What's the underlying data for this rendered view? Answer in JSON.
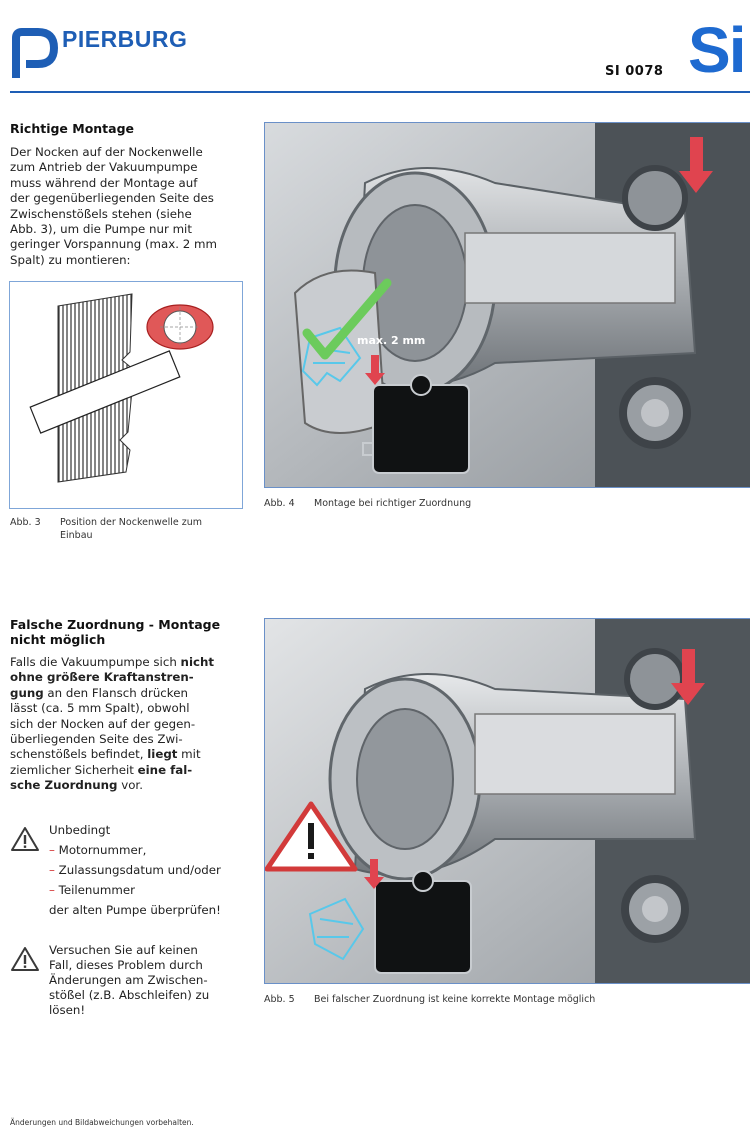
{
  "header": {
    "brand": "PIERBURG",
    "doc_number": "SI 0078",
    "si_mark": "Si"
  },
  "section1": {
    "heading": "Richtige Montage",
    "lines": [
      "Der Nocken auf der Nockenwelle",
      "zum Antrieb der Vakuumpumpe",
      "muss während der Montage auf",
      "der gegenüberliegenden Seite des",
      "Zwischenstößels stehen (siehe",
      "Abb. 3), um die Pumpe nur mit",
      "geringer Vorspannung (max. 2 mm",
      "Spalt) zu montieren:"
    ],
    "fig3_label": "Abb. 3",
    "fig3_caption_1": "Position der Nockenwelle zum",
    "fig3_caption_2": "Einbau",
    "fig4_label": "Abb. 4",
    "fig4_caption": "Montage bei richtiger Zuordnung",
    "fig4_annotation": "max. 2 mm"
  },
  "section2": {
    "heading_1": "Falsche Zuordnung - Montage",
    "heading_2": "nicht möglich",
    "p": [
      [
        "Falls die Vakuumpumpe sich ",
        "nicht"
      ],
      [
        "ohne größere Kraftanstren-",
        ""
      ],
      [
        "gung",
        " an den Flansch drücken"
      ],
      [
        "lässt (ca. 5 mm Spalt), obwohl",
        ""
      ],
      [
        "sich der Nocken auf der gegen-",
        ""
      ],
      [
        "überliegenden Seite des Zwi-",
        ""
      ],
      [
        "schenstößels befindet, ",
        "liegt",
        " mit"
      ],
      [
        "ziemlicher Sicherheit ",
        "eine fal-"
      ],
      [
        "sche Zuordnung",
        " vor."
      ]
    ],
    "warn1_title": "Unbedingt",
    "warn1_items": [
      "Motornummer,",
      "Zulassungsdatum und/oder",
      "Teilenummer"
    ],
    "warn1_end": "der alten Pumpe überprüfen!",
    "warn2_lines": [
      "Versuchen Sie auf keinen",
      "Fall, dieses Problem durch",
      "Änderungen am Zwischen-",
      "stößel (z.B. Abschleifen) zu",
      "lösen!"
    ],
    "fig5_label": "Abb. 5",
    "fig5_caption": "Bei falscher Zuordnung ist keine korrekte Montage möglich"
  },
  "footer": "Änderungen und Bildabweichungen vorbehalten."
}
